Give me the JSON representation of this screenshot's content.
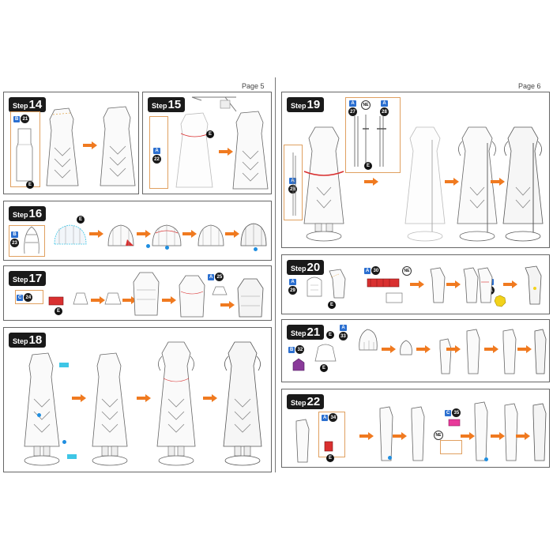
{
  "pages": {
    "left": "Page 5",
    "right": "Page 6"
  },
  "colors": {
    "arrow": "#f07a20",
    "sheet_a": "#2b6fd0",
    "sheet_b": "#2b6fd0",
    "sheet_c": "#2b6fd0",
    "pin": "#1f8ee0",
    "step_badge": "#1a1a1a",
    "red_part": "#d93030",
    "purple_part": "#8a3a9a",
    "yellow_part": "#f2d21b",
    "magenta_part": "#e8399a"
  },
  "steps": [
    {
      "word": "Step",
      "number": "14",
      "tags": [
        {
          "sheet": "B",
          "part": "21"
        }
      ],
      "e_label": "E"
    },
    {
      "word": "Step",
      "number": "15",
      "tags": [
        {
          "sheet": "A",
          "part": "22"
        }
      ],
      "e_label": "E"
    },
    {
      "word": "Step",
      "number": "16",
      "tags": [
        {
          "sheet": "B",
          "part": "23"
        }
      ],
      "e_label": "E"
    },
    {
      "word": "Step",
      "number": "17",
      "tags": [
        {
          "sheet": "C",
          "part": "24"
        },
        {
          "sheet": "A",
          "part": "25"
        }
      ],
      "e_label": "E"
    },
    {
      "word": "Step",
      "number": "18",
      "tags": [],
      "e_label": ""
    },
    {
      "word": "Step",
      "number": "19",
      "tags": [
        {
          "sheet": "A",
          "part": "27"
        },
        {
          "sheet": "A",
          "part": "28"
        },
        {
          "sheet": "A",
          "part": "26"
        }
      ],
      "e_label": "E",
      "ne_label": "NE"
    },
    {
      "word": "Step",
      "number": "20",
      "tags": [
        {
          "sheet": "A",
          "part": "29"
        },
        {
          "sheet": "A",
          "part": "30"
        },
        {
          "sheet": "A",
          "part": "31"
        }
      ],
      "e_label": "E",
      "ne_label": "NE"
    },
    {
      "word": "Step",
      "number": "21",
      "tags": [
        {
          "sheet": "B",
          "part": "32"
        },
        {
          "sheet": "A",
          "part": "33"
        }
      ],
      "e_label": "E"
    },
    {
      "word": "Step",
      "number": "22",
      "tags": [
        {
          "sheet": "A",
          "part": "34"
        },
        {
          "sheet": "C",
          "part": "35"
        }
      ],
      "e_label": "E",
      "ne_label": "NE"
    }
  ]
}
